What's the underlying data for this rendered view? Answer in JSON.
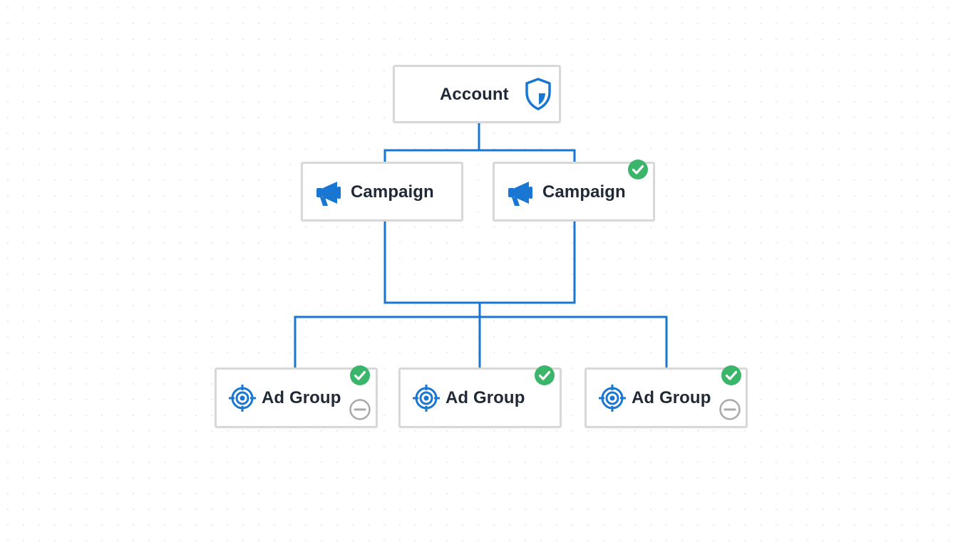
{
  "diagram": {
    "account": {
      "label": "Account",
      "icon": "shield-icon"
    },
    "campaigns": [
      {
        "label": "Campaign",
        "icon": "megaphone-icon",
        "status": "none"
      },
      {
        "label": "Campaign",
        "icon": "megaphone-icon",
        "status": "approved"
      }
    ],
    "ad_groups": [
      {
        "label": "Ad Group",
        "icon": "target-icon",
        "status": "approved",
        "secondary": "paused"
      },
      {
        "label": "Ad Group",
        "icon": "target-icon",
        "status": "approved",
        "secondary": "none"
      },
      {
        "label": "Ad Group",
        "icon": "target-icon",
        "status": "approved",
        "secondary": "paused"
      }
    ]
  },
  "colors": {
    "connector": "#1976d2",
    "icon_blue": "#1976d2",
    "check_green": "#3bb56a",
    "muted_gray": "#a9a9a9",
    "node_border": "#d8d8d8",
    "text": "#1f2937"
  }
}
